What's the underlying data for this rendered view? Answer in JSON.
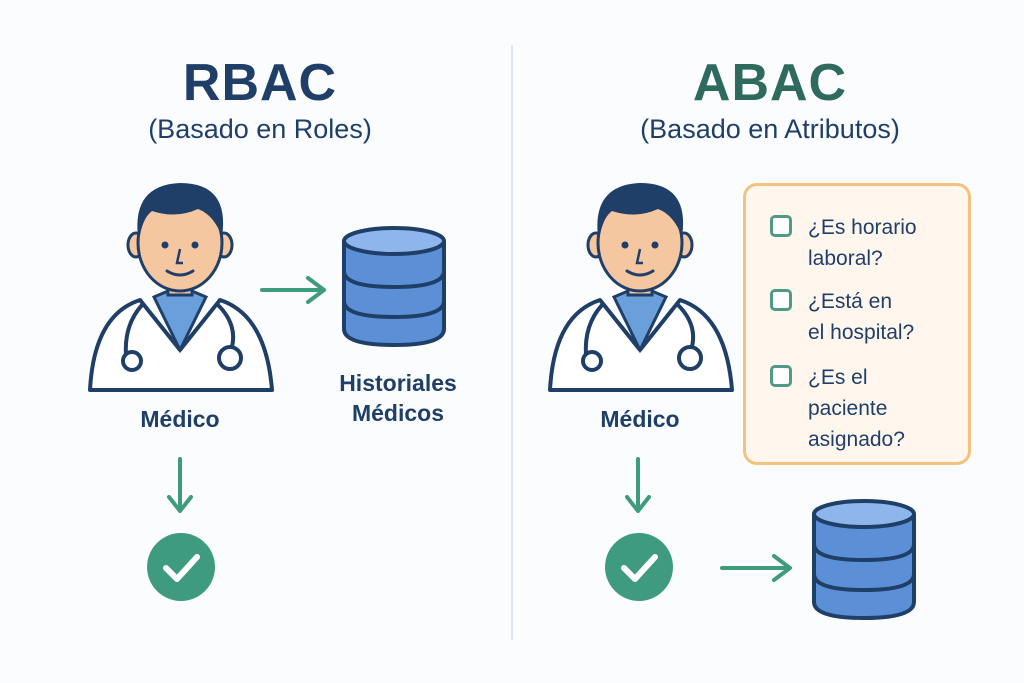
{
  "colors": {
    "navy": "#1f3f68",
    "teal": "#2f7a66",
    "green": "#3f9b7f",
    "db_blue": "#5b8fd6",
    "box_border": "#f2c27e"
  },
  "rbac": {
    "title": "RBAC",
    "subtitle": "(Basado en Roles)",
    "person_label": "Médico",
    "db_label_line1": "Historiales",
    "db_label_line2": "Médicos"
  },
  "abac": {
    "title": "ABAC",
    "subtitle": "(Basado en Atributos)",
    "person_label": "Médico",
    "conditions": [
      {
        "line1": "¿Es horario",
        "line2": "laboral?"
      },
      {
        "line1": "¿Está en",
        "line2": "el hospital?"
      },
      {
        "line1": "¿Es el",
        "line2": "paciente",
        "line3": "asignado?"
      }
    ]
  }
}
